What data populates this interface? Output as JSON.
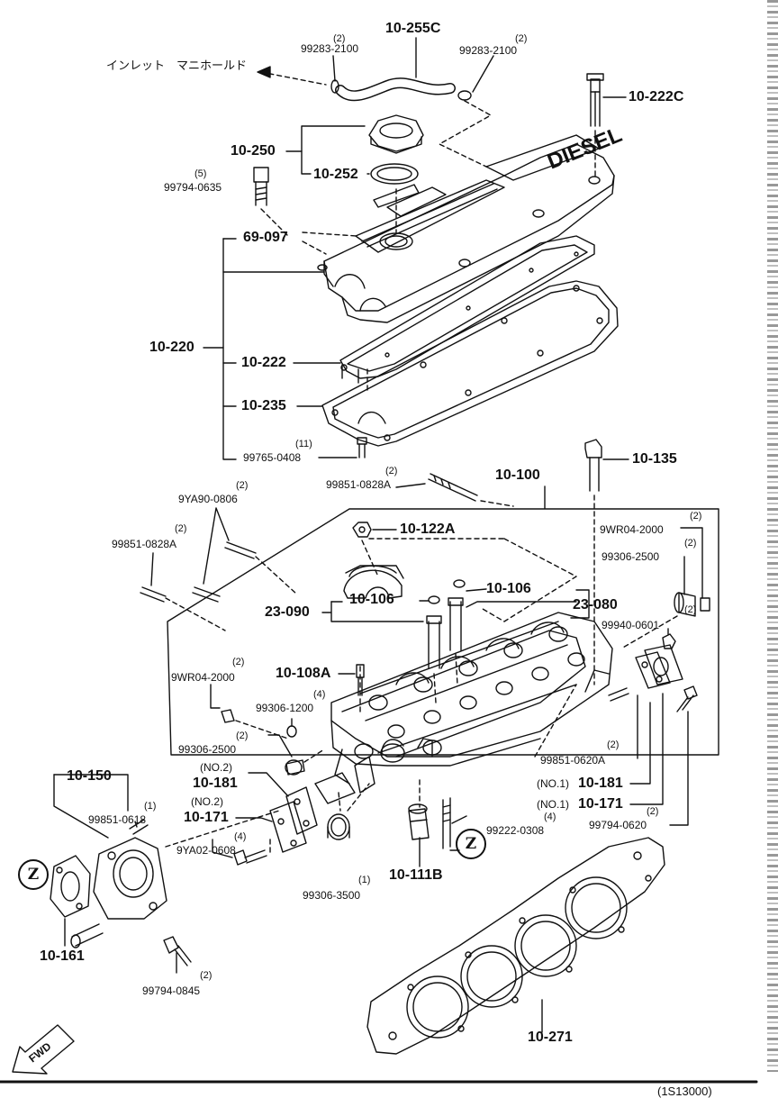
{
  "labels": {
    "l_10_255C": "10-255C",
    "q_99283_a": "(2)",
    "l_99283_a": "99283-2100",
    "q_99283_b": "(2)",
    "l_99283_b": "99283-2100",
    "jp_inlet": "インレット　マニホールド",
    "l_10_222C": "10-222C",
    "l_10_250": "10-250",
    "l_10_252": "10-252",
    "q_99794_0635": "(5)",
    "l_99794_0635": "99794-0635",
    "l_69_097": "69-097",
    "l_10_220": "10-220",
    "l_10_222": "10-222",
    "l_10_235": "10-235",
    "q_99765": "(11)",
    "l_99765": "99765-0408",
    "l_10_135": "10-135",
    "l_10_100": "10-100",
    "q_99851_0828A_a": "(2)",
    "l_99851_0828A_a": "99851-0828A",
    "q_9YA90": "(2)",
    "l_9YA90": "9YA90-0806",
    "q_99851_0828A_b": "(2)",
    "l_99851_0828A_b": "99851-0828A",
    "l_10_122A": "10-122A",
    "q_9WR04_r": "(2)",
    "l_9WR04_r": "9WR04-2000",
    "q_99306_2500_r": "(2)",
    "l_99306_2500_r": "99306-2500",
    "l_10_106_a": "10-106",
    "l_23_080": "23-080",
    "l_10_106_b": "10-106",
    "l_23_090": "23-090",
    "q_99940": "(2)",
    "l_99940": "99940-0601",
    "q_9WR04_l": "(2)",
    "l_9WR04_l": "9WR04-2000",
    "l_10_108A": "10-108A",
    "q_99306_1200": "(4)",
    "l_99306_1200": "99306-1200",
    "q_99306_2500_l": "(2)",
    "l_99306_2500_l": "99306-2500",
    "q_no2_181": "(NO.2)",
    "l_10_181_l": "10-181",
    "q_no2_171": "(NO.2)",
    "l_10_171_l": "10-171",
    "q_9YA02": "(4)",
    "l_9YA02": "9YA02-0608",
    "q_99851_0620A": "(2)",
    "l_99851_0620A": "99851-0620A",
    "q_no1_181": "(NO.1)",
    "l_10_181_r": "10-181",
    "q_no1_171": "(NO.1)",
    "l_10_171_r": "10-171",
    "q_99794_0620": "(2)",
    "l_99794_0620": "99794-0620",
    "q_99222": "(4)",
    "l_99222": "99222-0308",
    "l_10_111B": "10-111B",
    "q_99306_3500": "(1)",
    "l_99306_3500": "99306-3500",
    "l_10_150": "10-150",
    "q_99851_0618": "(1)",
    "l_99851_0618": "99851-0618",
    "l_10_161": "10-161",
    "q_99794_0845": "(2)",
    "l_99794_0845": "99794-0845",
    "l_10_271": "10-271",
    "z_a": "Z",
    "z_b": "Z",
    "cover_text": "DIESEL",
    "fwd": "FWD",
    "ref": "(1S13000)"
  },
  "colors": {
    "ink": "#111111",
    "bg": "#ffffff"
  }
}
